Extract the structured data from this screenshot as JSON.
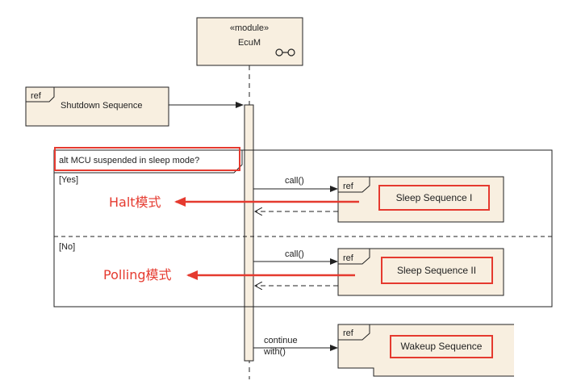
{
  "colors": {
    "box_fill": "#f8efe0",
    "line": "#222222",
    "highlight": "#e53a2f"
  },
  "lifeline": {
    "stereotype": "«module»",
    "name": "EcuM",
    "icon": "component-link-icon"
  },
  "frames": {
    "ref_keyword": "ref",
    "shutdown": "Shutdown Sequence",
    "sleep1": "Sleep Sequence I",
    "sleep2": "Sleep Sequence II",
    "wakeup": "Wakeup Sequence"
  },
  "alt": {
    "title": "alt MCU suspended in sleep mode?",
    "guard_yes": "[Yes]",
    "guard_no": "[No]"
  },
  "messages": {
    "call1": "call()",
    "call2": "call()",
    "continue_line1": "continue",
    "continue_line2": "with()"
  },
  "annotations": {
    "halt": "Halt模式",
    "polling": "Polling模式"
  }
}
